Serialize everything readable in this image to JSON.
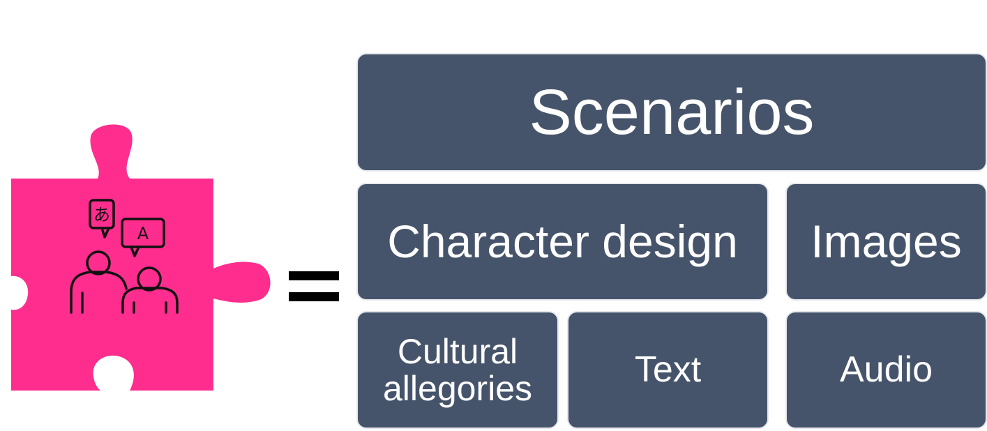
{
  "puzzle": {
    "fill_color": "#ff2d8e",
    "icon": "two-people-translation-icon",
    "bubble_left_glyph": "あ",
    "bubble_right_glyph": "A"
  },
  "equals_symbol": "equals-sign",
  "boxes": {
    "color": "#46546b",
    "scenarios": "Scenarios",
    "character_design": "Character design",
    "images": "Images",
    "cultural_line1": "Cultural",
    "cultural_line2": "allegories",
    "text": "Text",
    "audio": "Audio"
  }
}
